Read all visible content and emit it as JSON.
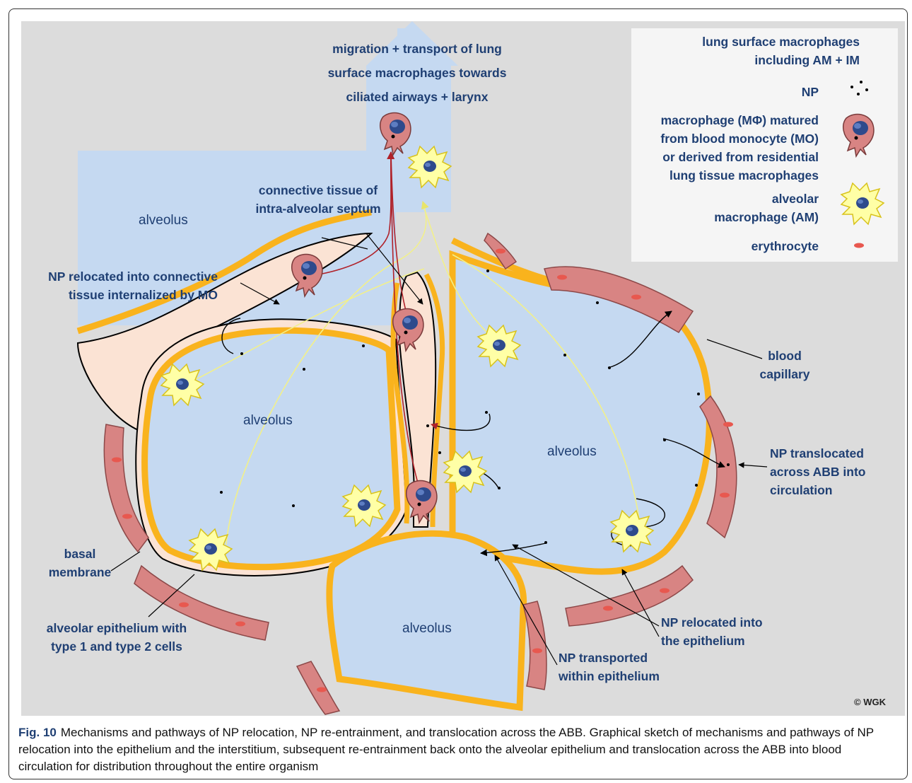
{
  "arrow_label": [
    "migration + transport of lung",
    "surface macrophages towards",
    "ciliated airways + larynx"
  ],
  "legend": {
    "title": [
      "lung surface macrophages",
      "including AM + IM"
    ],
    "np": "NP",
    "macrophage": [
      "macrophage (MΦ) matured",
      "from blood monocyte (MO)",
      "or derived from residential",
      "lung tissue macrophages"
    ],
    "alveolar_macrophage": [
      "alveolar",
      "macrophage (AM)"
    ],
    "erythrocyte": "erythrocyte"
  },
  "labels": {
    "connective_tissue": [
      "connective tissue of",
      "intra-alveolar septum"
    ],
    "alveolus_top": "alveolus",
    "alveolus_left": "alveolus",
    "alveolus_right": "alveolus",
    "alveolus_bottom": "alveolus",
    "np_connective": [
      "NP relocated into connective",
      "tissue internalized by MO"
    ],
    "blood_capillary": [
      "blood",
      "capillary"
    ],
    "np_translocated": [
      "NP  translocated",
      "across ABB into",
      "circulation"
    ],
    "basal_membrane": [
      "basal",
      "membrane"
    ],
    "alveolar_epithelium": [
      "alveolar epithelium with",
      "type 1 and type 2 cells"
    ],
    "np_relocated_epi": [
      "NP relocated into",
      "the epithelium"
    ],
    "np_transported": [
      "NP transported",
      "within epithelium"
    ]
  },
  "copyright": "© WGK",
  "caption": {
    "label": "Fig. 10",
    "text": "Mechanisms and pathways of NP relocation, NP re-entrainment, and translocation across the ABB. Graphical sketch of mechanisms and pathways of NP relocation into the epithelium and the interstitium, subsequent re-entrainment back onto the alveolar epithelium and translocation across the ABB into blood circulation for distribution throughout the entire organism"
  },
  "colors": {
    "background": "#dcdcdc",
    "alveolus_fill": "#c5d9f1",
    "epithelium": "#f9b31d",
    "tissue": "#fbe3d4",
    "capillary": "#d88483",
    "text": "#1f3f73",
    "yellow_path": "#f2f08a",
    "red_path": "#b0222a"
  }
}
